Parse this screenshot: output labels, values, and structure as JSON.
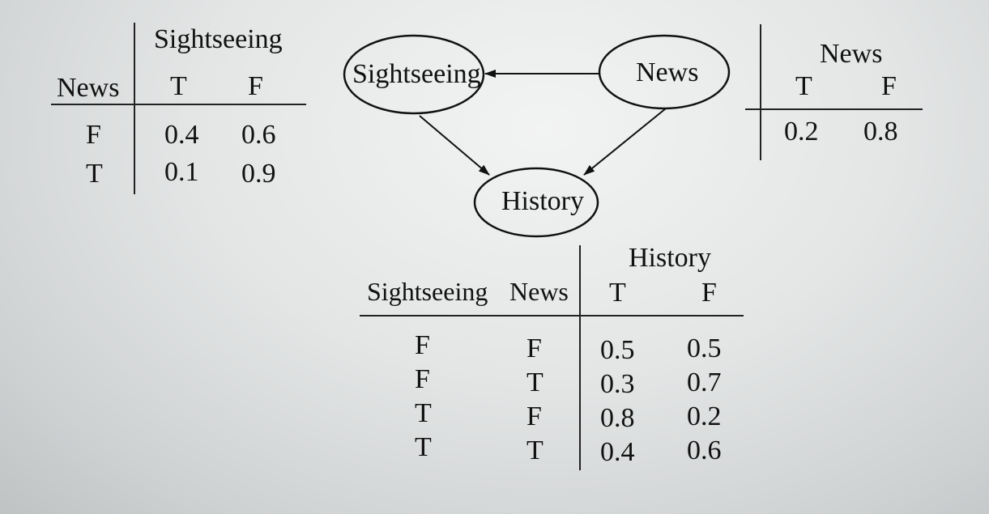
{
  "network": {
    "nodes": {
      "sightseeing": "Sightseeing",
      "news": "News",
      "history": "History"
    },
    "edges": [
      {
        "from": "News",
        "to": "Sightseeing"
      },
      {
        "from": "Sightseeing",
        "to": "History"
      },
      {
        "from": "News",
        "to": "History"
      }
    ]
  },
  "news_table": {
    "header": "News",
    "cols": [
      "T",
      "F"
    ],
    "values": [
      "0.2",
      "0.8"
    ]
  },
  "sightseeing_table": {
    "header": "Sightseeing",
    "row_header": "News",
    "cols": [
      "T",
      "F"
    ],
    "rows": [
      {
        "news": "F",
        "t": "0.4",
        "f": "0.6"
      },
      {
        "news": "T",
        "t": "0.1",
        "f": "0.9"
      }
    ]
  },
  "history_table": {
    "header": "History",
    "row_headers": [
      "Sightseeing",
      "News"
    ],
    "cols": [
      "T",
      "F"
    ],
    "rows": [
      {
        "sightseeing": "F",
        "news": "F",
        "t": "0.5",
        "f": "0.5"
      },
      {
        "sightseeing": "F",
        "news": "T",
        "t": "0.3",
        "f": "0.7"
      },
      {
        "sightseeing": "T",
        "news": "F",
        "t": "0.8",
        "f": "0.2"
      },
      {
        "sightseeing": "T",
        "news": "T",
        "t": "0.4",
        "f": "0.6"
      }
    ]
  }
}
